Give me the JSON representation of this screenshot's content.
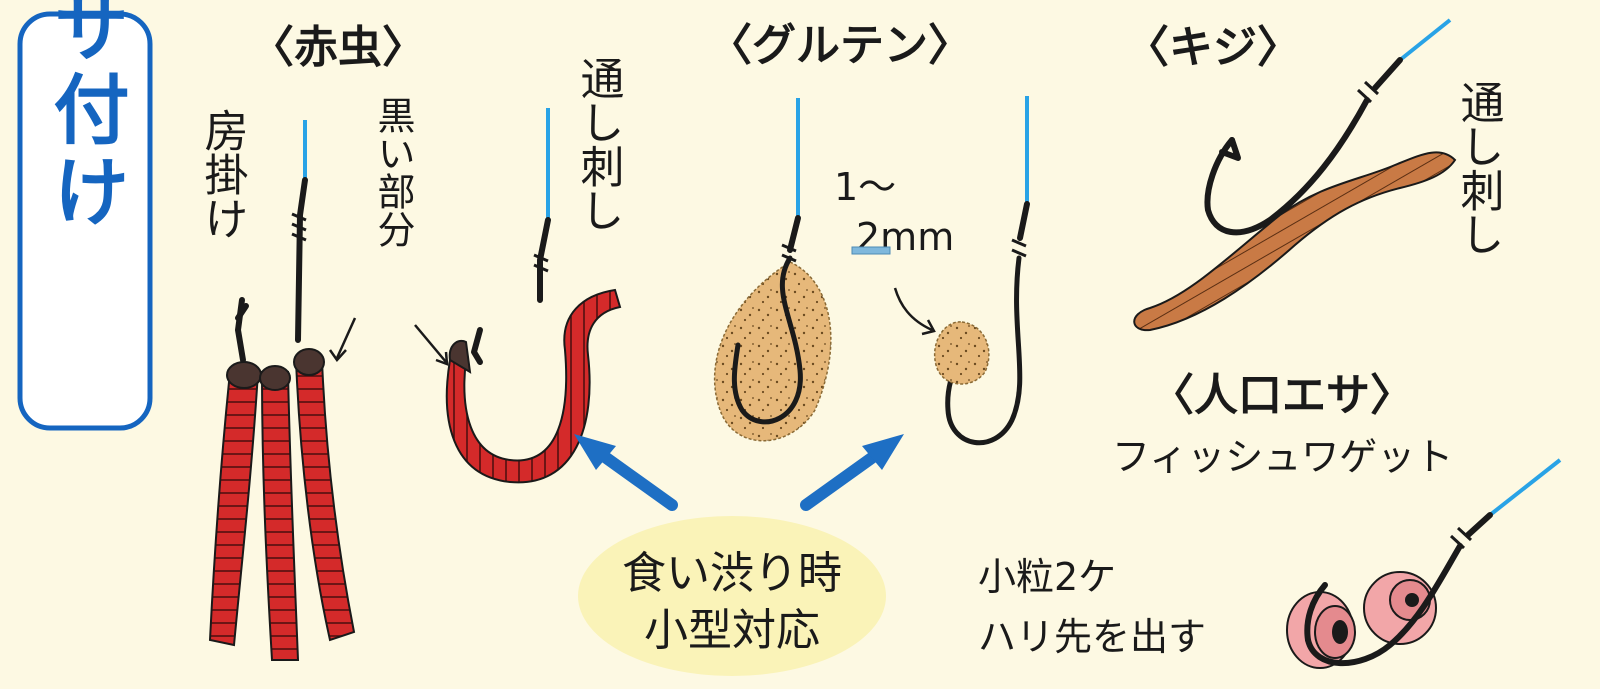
{
  "title": "エサ付け",
  "sections": {
    "akamushi": "〈赤虫〉",
    "gluten": "〈グルテン〉",
    "kiji": "〈キジ〉",
    "artificial": "〈人口エサ〉"
  },
  "labels": {
    "fusakake": "房掛け",
    "kuroi_bubun": "黒い部分",
    "tooshi_sashi_akamushi": "通し刺し",
    "size_line1": "1〜",
    "size_line2": "2mm",
    "tooshi_sashi_kiji": "通し刺し",
    "fish_wagget": "フィッシュワゲット",
    "kotsubu": "小粒2ケ",
    "harisaki": "ハリ先を出す",
    "kuishiburi_line1": "食い渋り時",
    "kuishiburi_line2": "小型対応"
  },
  "colors": {
    "background": "#fdf9e3",
    "title_blue": "#1565c0",
    "fishing_line": "#29a3e6",
    "arrow_blue": "#1e6fc4",
    "bloodworm_red": "#d42a2a",
    "bloodworm_head": "#4a3530",
    "gluten_tan": "#e6b87a",
    "earthworm_brown": "#c97a45",
    "pellet_pink": "#f2a6a8",
    "bubble_yellow": "#faf3b8"
  }
}
